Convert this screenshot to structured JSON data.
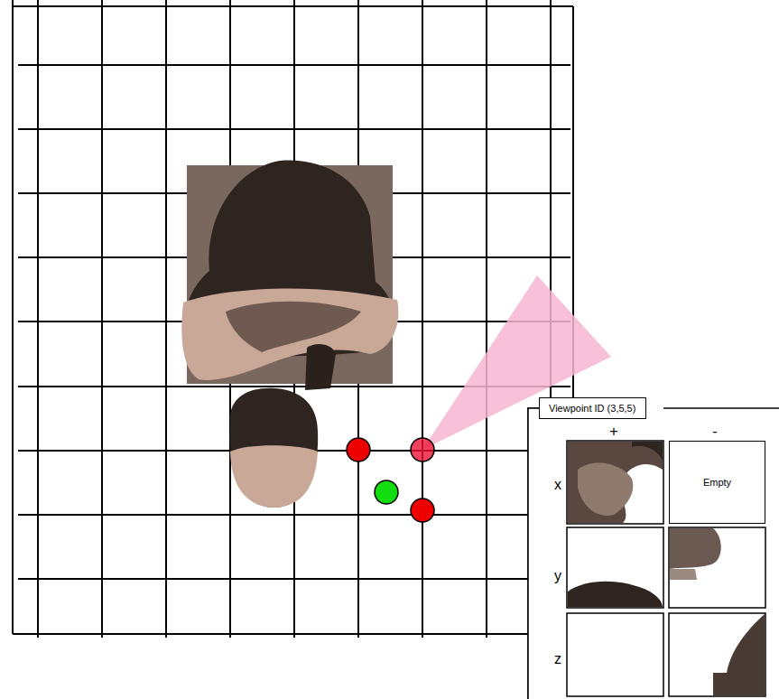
{
  "diagram": {
    "nodes": [
      {
        "text": [
          "Viewpoint ID (3,5,5)"
        ]
      },
      {
        "text": [
          "Empty"
        ],
        "in": 0
      }
    ],
    "labels": [
      "+",
      "-",
      "x",
      "y",
      "z"
    ]
  }
}
